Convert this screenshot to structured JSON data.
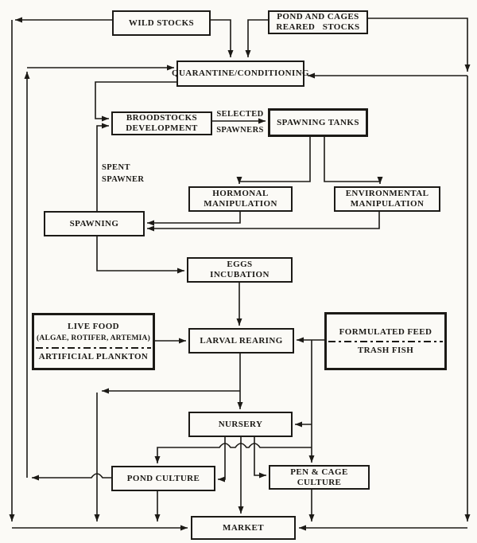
{
  "meta": {
    "background": "#fbfaf6",
    "ink": "#1c1a16",
    "diagram_subject": "aquaculture seed production and grow-out flowchart"
  },
  "nodes": {
    "wild_stocks": {
      "label": "WILD STOCKS"
    },
    "pond_reared": {
      "label": "POND AND CAGES\nREARED   STOCKS"
    },
    "quarantine": {
      "label": "QUARANTINE/CONDITIONING"
    },
    "broodstocks": {
      "label": "BROODSTOCKS\nDEVELOPMENT"
    },
    "spawning_tanks": {
      "label": "SPAWNING TANKS"
    },
    "hormonal": {
      "label": "HORMONAL\nMANIPULATION"
    },
    "environmental": {
      "label": "ENVIRONMENTAL\nMANIPULATION"
    },
    "spawning": {
      "label": "SPAWNING"
    },
    "eggs": {
      "label": "EGGS\nINCUBATION"
    },
    "live_food": {
      "title": "LIVE FOOD",
      "subtitle": "(ALGAE, ROTIFER, ARTEMIA)",
      "bottom": "ARTIFICIAL PLANKTON"
    },
    "formulated_feed": {
      "title": "FORMULATED FEED",
      "bottom": "TRASH FISH"
    },
    "larval": {
      "label": "LARVAL REARING"
    },
    "nursery": {
      "label": "NURSERY"
    },
    "pond_culture": {
      "label": "POND CULTURE"
    },
    "pen_cage": {
      "label": "PEN & CAGE\nCULTURE"
    },
    "market": {
      "label": "MARKET"
    }
  },
  "edge_labels": {
    "selected_line1": "SELECTED",
    "selected_line2": "SPAWNERS",
    "spent_spawner": "SPENT\nSPAWNER"
  }
}
